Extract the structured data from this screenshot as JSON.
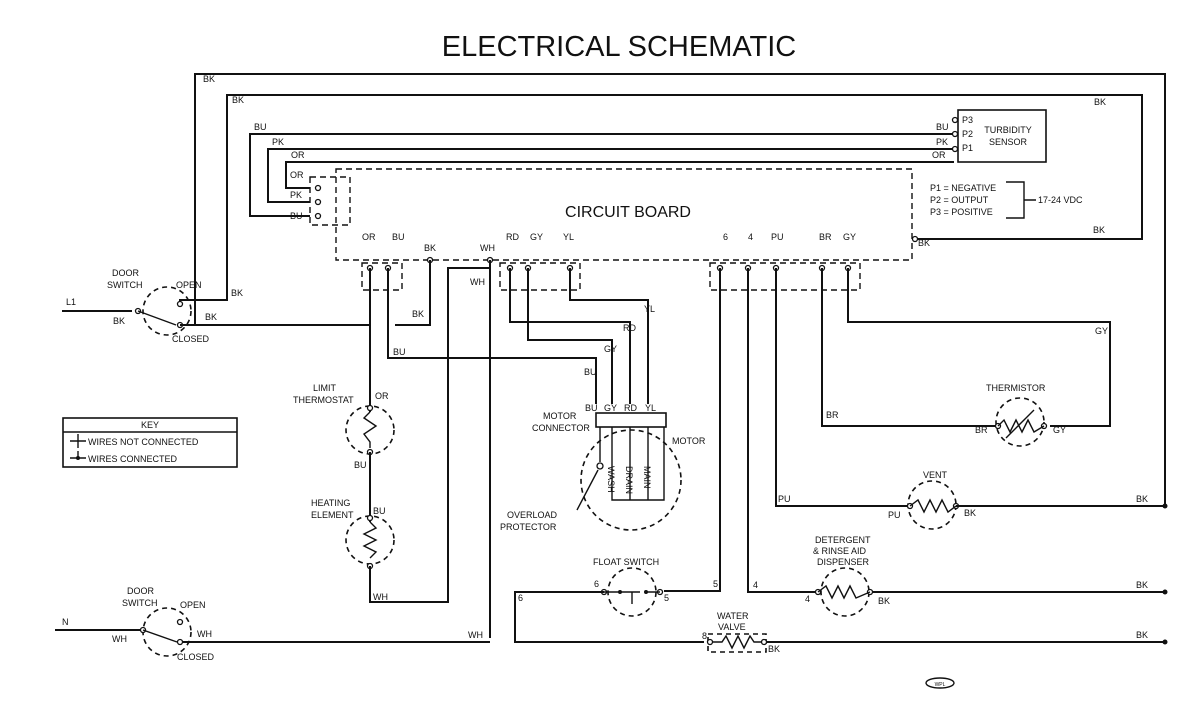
{
  "title": "ELECTRICAL SCHEMATIC",
  "circuit_board": "CIRCUIT BOARD",
  "turbidity_sensor": {
    "line1": "TURBIDITY",
    "line2": "SENSOR",
    "pins": [
      "P3",
      "P2",
      "P1"
    ]
  },
  "pin_legend": [
    "P1 = NEGATIVE",
    "P2 = OUTPUT",
    "P3 = POSITIVE"
  ],
  "vdc": "17-24 VDC",
  "key": {
    "title": "KEY",
    "not_connected": "WIRES NOT CONNECTED",
    "connected": "WIRES CONNECTED"
  },
  "door_switch": {
    "line1": "DOOR",
    "line2": "SWITCH",
    "open": "OPEN",
    "closed": "CLOSED"
  },
  "lines": {
    "l1": "L1",
    "n": "N"
  },
  "limit_thermostat": {
    "line1": "LIMIT",
    "line2": "THERMOSTAT"
  },
  "heating_element": {
    "line1": "HEATING",
    "line2": "ELEMENT"
  },
  "motor_connector": {
    "line1": "MOTOR",
    "line2": "CONNECTOR"
  },
  "motor": "MOTOR",
  "windings": [
    "WASH",
    "DRAIN",
    "MAIN"
  ],
  "overload_protector": {
    "line1": "OVERLOAD",
    "line2": "PROTECTOR"
  },
  "thermistor": "THERMISTOR",
  "vent": "VENT",
  "float_switch": "FLOAT SWITCH",
  "dispenser": {
    "line1": "DETERGENT",
    "line2": "& RINSE AID",
    "line3": "DISPENSER"
  },
  "water_valve": {
    "line1": "WATER",
    "line2": "VALVE"
  },
  "wire": {
    "bk": "BK",
    "bu": "BU",
    "pk": "PK",
    "or": "OR",
    "wh": "WH",
    "rd": "RD",
    "gy": "GY",
    "yl": "YL",
    "pu": "PU",
    "br": "BR",
    "n5": "5",
    "n4": "4",
    "n6": "6",
    "n8": "8"
  },
  "board_top_labels": [
    "OR",
    "BU",
    "BK",
    "WH",
    "RD",
    "GY",
    "YL",
    "6",
    "4",
    "PU",
    "BR",
    "GY"
  ],
  "board_left_labels": [
    "OR",
    "OR",
    "PK",
    "BU"
  ],
  "stamp": "WPL"
}
